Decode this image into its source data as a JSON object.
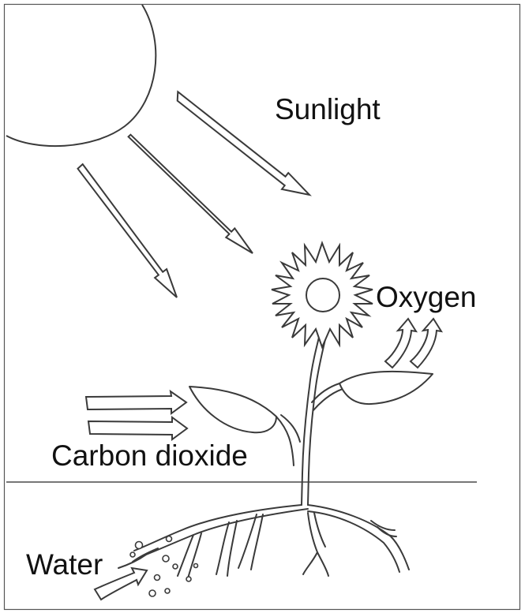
{
  "labels": {
    "sunlight": "Sunlight",
    "oxygen": "Oxygen",
    "carbon_dioxide": "Carbon dioxide",
    "water": "Water"
  },
  "colors": {
    "stroke": "#3a3a3a",
    "ground": "#777777",
    "text": "#111111",
    "background": "#ffffff"
  }
}
